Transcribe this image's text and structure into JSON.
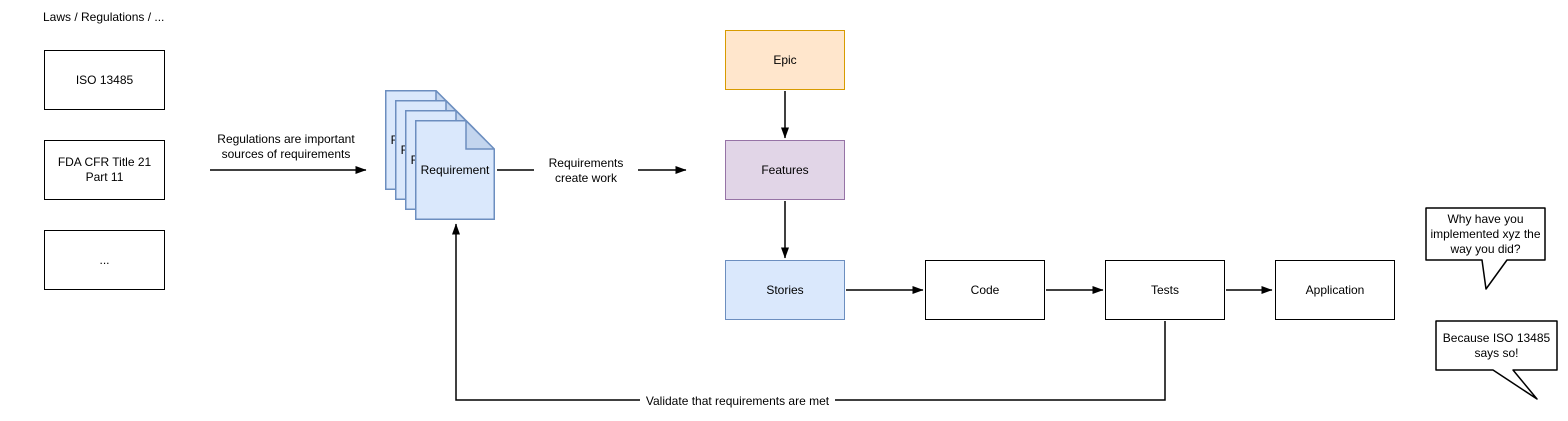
{
  "title": "Laws / Regulations / ...",
  "laws": {
    "items": [
      "ISO 13485",
      "FDA CFR Title 21\nPart 11",
      "..."
    ]
  },
  "requirement_stack": {
    "label": "Requirement",
    "sheet_count": 4
  },
  "edge_labels": {
    "sources": "Regulations are important\nsources of requirements",
    "create_work": "Requirements\ncreate work",
    "validate": "Validate that requirements are met"
  },
  "work_items": [
    {
      "label": "Epic",
      "fill": "#ffe6cc",
      "stroke": "#d79b00"
    },
    {
      "label": "Features",
      "fill": "#e1d5e7",
      "stroke": "#9673a6"
    },
    {
      "label": "Stories",
      "fill": "#dae8fc",
      "stroke": "#6c8ebf"
    }
  ],
  "pipeline": [
    {
      "label": "Code"
    },
    {
      "label": "Tests"
    },
    {
      "label": "Application"
    }
  ],
  "speech_bubbles": [
    {
      "text": "Why have you\nimplemented xyz the\nway you did?"
    },
    {
      "text": "Because ISO 13485\nsays so!"
    }
  ],
  "colors": {
    "document_fill": "#dae8fc",
    "document_fold": "#c3d5ee",
    "document_stroke": "#6c8ebf",
    "plain_box_stroke": "#000000",
    "connector": "#000000",
    "background": "#ffffff"
  }
}
